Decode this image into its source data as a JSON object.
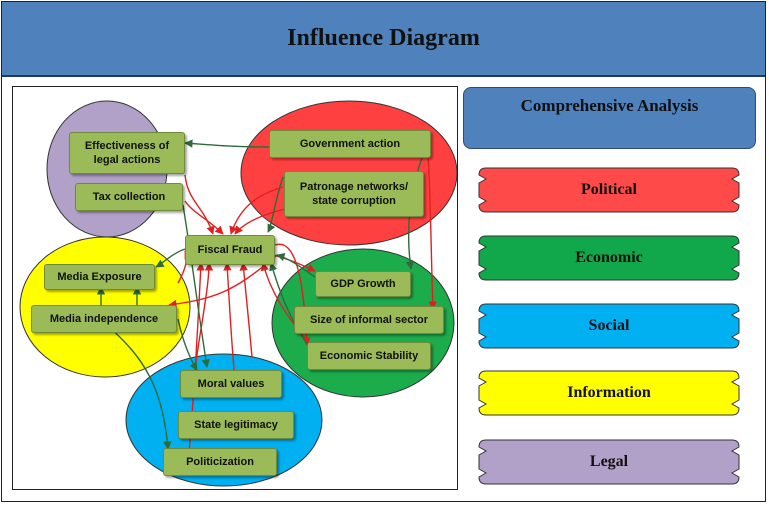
{
  "title": "Influence Diagram",
  "diagram": {
    "categories": {
      "legal": {
        "color": "#b1a0c7"
      },
      "political": {
        "color": "#ff4040"
      },
      "information": {
        "color": "#ffff00"
      },
      "economic": {
        "color": "#1cac4c"
      },
      "social": {
        "color": "#00b0f0"
      }
    },
    "nodes": {
      "legal_effectiveness": "Effectiveness of legal actions",
      "tax_collection": "Tax collection",
      "government_action": "Government action",
      "patronage": "Patronage networks/ state corruption",
      "fiscal_fraud": "Fiscal Fraud",
      "media_exposure": "Media Exposure",
      "media_independence": "Media independence",
      "gdp_growth": "GDP Growth",
      "informal_sector": "Size of informal sector",
      "economic_stability": "Economic Stability",
      "moral_values": "Moral values",
      "state_legitimacy": "State legitimacy",
      "politicization": "Politicization"
    },
    "edge_colors": {
      "red": "#e02020",
      "green": "#2e6b3a"
    }
  },
  "legend": {
    "comprehensive": "Comprehensive Analysis",
    "items": [
      {
        "label": "Political",
        "color": "#ff4a4a"
      },
      {
        "label": "Economic",
        "color": "#10a84a"
      },
      {
        "label": "Social",
        "color": "#00b0f0"
      },
      {
        "label": "Information",
        "color": "#ffff00"
      },
      {
        "label": "Legal",
        "color": "#b1a0c7"
      }
    ]
  }
}
